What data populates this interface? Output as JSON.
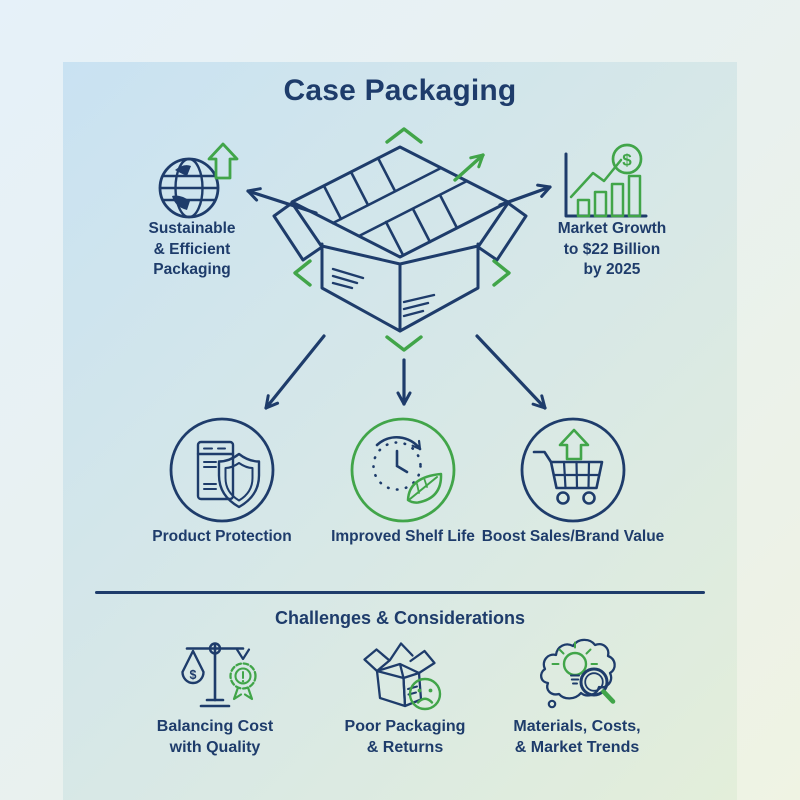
{
  "title": "Case Packaging",
  "colors": {
    "navy": "#1e3c6b",
    "green": "#41a549"
  },
  "hub": {
    "center_icon": "open-shipping-box-icon",
    "left": {
      "icon": "globe-up-arrow-icon",
      "lines": [
        "Sustainable",
        "& Efficient",
        "Packaging"
      ]
    },
    "right": {
      "icon": "growth-chart-dollar-icon",
      "lines": [
        "Market Growth",
        "to $22 Billion",
        "by 2025"
      ]
    },
    "dollar_sign": "$"
  },
  "benefits": [
    {
      "icon": "package-shield-icon",
      "label": "Product Protection"
    },
    {
      "icon": "clock-leaf-icon",
      "label": "Improved Shelf Life"
    },
    {
      "icon": "cart-up-arrow-icon",
      "label": "Boost Sales/Brand Value"
    }
  ],
  "challenges_section": {
    "heading": "Challenges & Considerations",
    "items": [
      {
        "icon": "scale-dollar-quality-icon",
        "lines": [
          "Balancing Cost",
          "with Quality"
        ],
        "dollar_sign": "$"
      },
      {
        "icon": "open-box-sad-face-icon",
        "lines": [
          "Poor Packaging",
          "& Returns"
        ]
      },
      {
        "icon": "thought-bubble-bulb-magnifier-icon",
        "lines": [
          "Materials, Costs,",
          "& Market Trends"
        ]
      }
    ]
  }
}
